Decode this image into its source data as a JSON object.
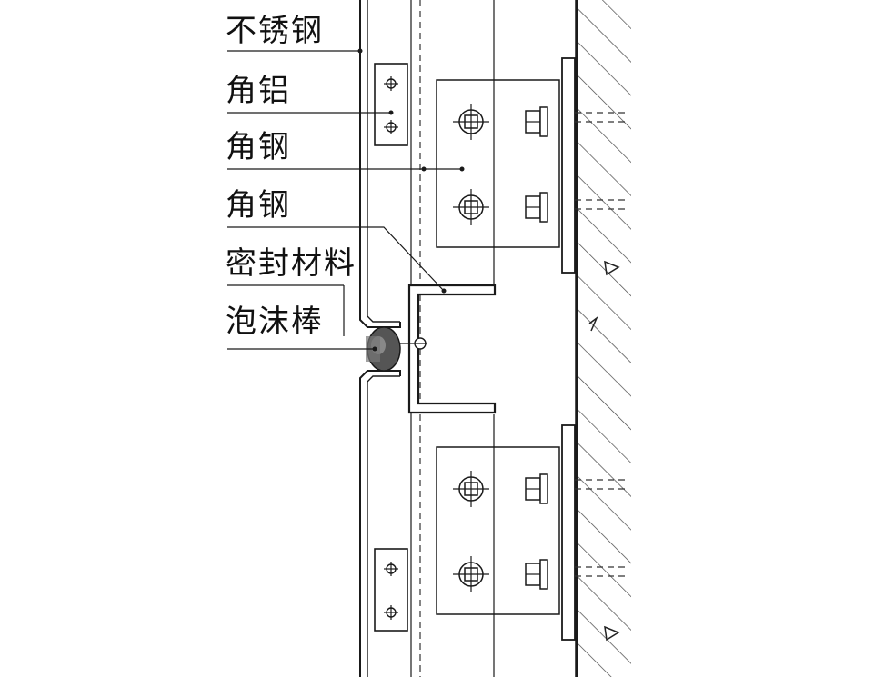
{
  "labels": {
    "stainless_steel": "不锈钢",
    "angle_aluminum": "角铝",
    "angle_steel_1": "角钢",
    "angle_steel_2": "角钢",
    "sealing_material": "密封材料",
    "foam_rod": "泡沫棒"
  },
  "colors": {
    "line": "#1a1a1a",
    "hatch": "#444444",
    "foam": "#555555"
  }
}
